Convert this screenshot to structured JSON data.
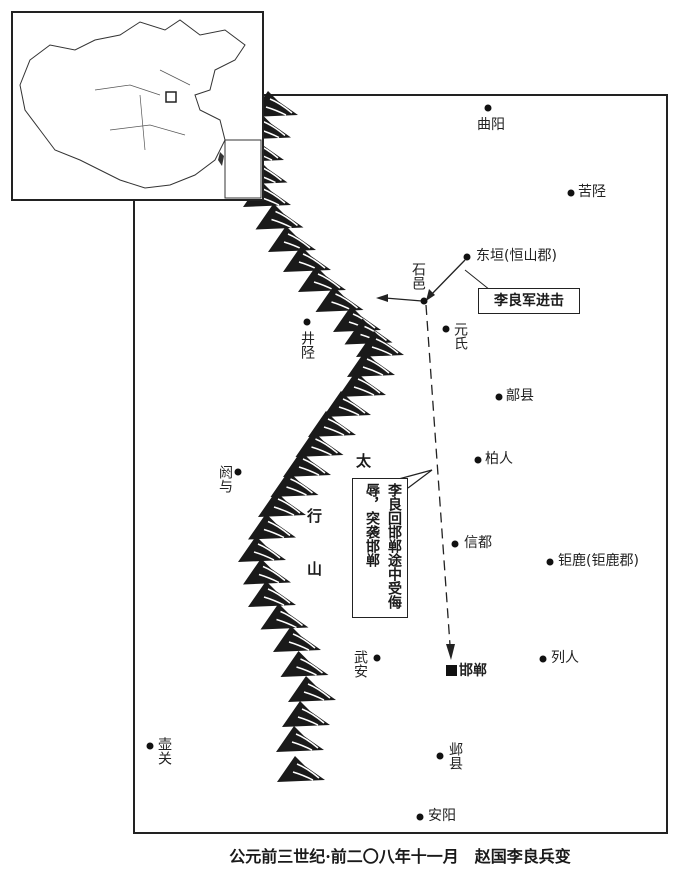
{
  "map": {
    "title": "公元前三世纪·前二〇八年十一月　赵国李良兵变",
    "places": [
      {
        "id": "quyang",
        "name": "曲阳"
      },
      {
        "id": "kuxing",
        "name": "苦陉"
      },
      {
        "id": "dongyuan",
        "name": "东垣(恒山郡)"
      },
      {
        "id": "shiyi",
        "name": "石邑"
      },
      {
        "id": "jingxing",
        "name": "井陉"
      },
      {
        "id": "yuanshi",
        "name": "元氏"
      },
      {
        "id": "haoxian",
        "name": "鄗县"
      },
      {
        "id": "bairen",
        "name": "柏人"
      },
      {
        "id": "eyu",
        "name": "阏与"
      },
      {
        "id": "xindu",
        "name": "信都"
      },
      {
        "id": "julu",
        "name": "钜鹿(钜鹿郡)"
      },
      {
        "id": "wuan",
        "name": "武安"
      },
      {
        "id": "handan",
        "name": "邯郸"
      },
      {
        "id": "lieren",
        "name": "列人"
      },
      {
        "id": "huguan",
        "name": "壶关"
      },
      {
        "id": "yexian",
        "name": "邺县"
      },
      {
        "id": "anyang",
        "name": "安阳"
      }
    ],
    "mountain_range": [
      "太",
      "行",
      "山"
    ],
    "callouts": {
      "advance": "李良军进击",
      "attack": "李良回邯郸途中受侮辱，突袭邯郸"
    }
  }
}
